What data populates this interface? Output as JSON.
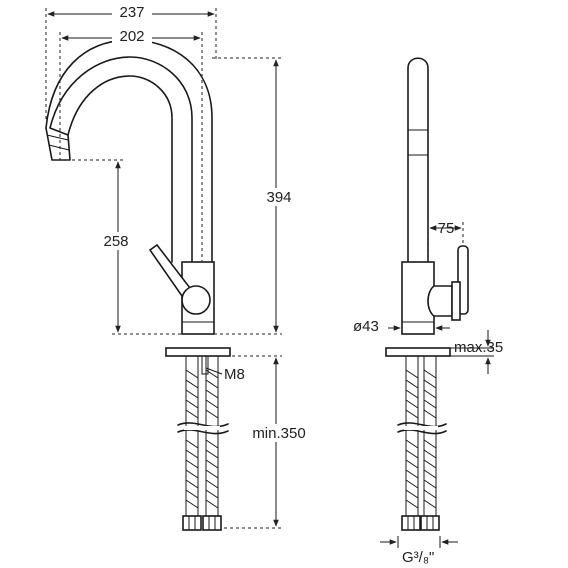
{
  "dimensions": {
    "overall_width": "237",
    "spout_reach": "202",
    "total_height": "394",
    "spout_height": "258",
    "thread": "M8",
    "hose_length": "min.350",
    "lever_offset": "75",
    "base_diameter": "ø43",
    "deck_thickness": "max.35",
    "connection": "G³/₈\""
  },
  "colors": {
    "line": "#1a1a1a",
    "text": "#222222",
    "background": "#ffffff"
  }
}
